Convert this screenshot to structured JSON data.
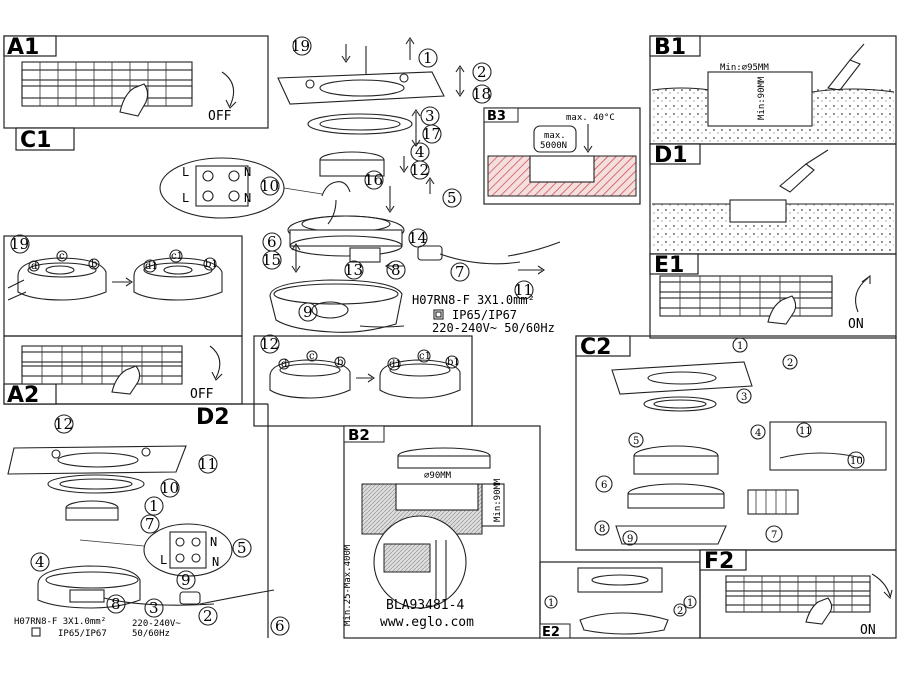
{
  "panels": {
    "A1": "A1",
    "B1": "B1",
    "C1": "C1",
    "B3": "B3",
    "D1": "D1",
    "E1": "E1",
    "A2": "A2",
    "D2": "D2",
    "C2": "C2",
    "B2": "B2",
    "E2": "E2",
    "F2": "F2"
  },
  "switch_labels": {
    "off_1": "OFF",
    "off_2": "OFF",
    "on_1": "ON",
    "on_2": "ON"
  },
  "dimensions": {
    "b1_min_diameter": "Min:⌀95MM",
    "b1_min_depth": "Min:90MM",
    "b3_max_temp": "max. 40°C",
    "b3_max_load": "max.",
    "b3_max_load_value": "5000N",
    "b2_diameter": "⌀90MM",
    "b2_min_depth": "Min:90MM",
    "b2_depth_range": "Min.25-Max.400M"
  },
  "specs_c1": {
    "cable": "H07RN8-F 3X1.0mm²",
    "ip": "IP65/IP67",
    "voltage": "220-240V~ 50/60Hz"
  },
  "specs_d2": {
    "cable": "H07RN8-F 3X1.0mm²",
    "ip": "IP65/IP67",
    "voltage": "220-240V~",
    "freq": "50/60Hz"
  },
  "terminal_labels": {
    "l": "L",
    "n": "N"
  },
  "footer": {
    "model": "BLA93481-4",
    "website": "www.eglo.com"
  },
  "step_numbers_c1": [
    "19",
    "1",
    "2",
    "18",
    "3",
    "17",
    "4",
    "12",
    "10",
    "16",
    "5",
    "14",
    "6",
    "15",
    "13",
    "8",
    "7",
    "11",
    "9"
  ],
  "step_numbers_d2": [
    "12",
    "11",
    "10",
    "1",
    "7",
    "4",
    "5",
    "9",
    "8",
    "3",
    "2",
    "6"
  ],
  "step_numbers_c2": [
    "1",
    "2",
    "3",
    "4",
    "11",
    "5",
    "10",
    "6",
    "7",
    "8",
    "9"
  ],
  "screw_labels": [
    "c",
    "d",
    "b",
    "c1",
    "d1",
    "b1"
  ],
  "e2_steps": [
    "1",
    "1",
    "2"
  ]
}
